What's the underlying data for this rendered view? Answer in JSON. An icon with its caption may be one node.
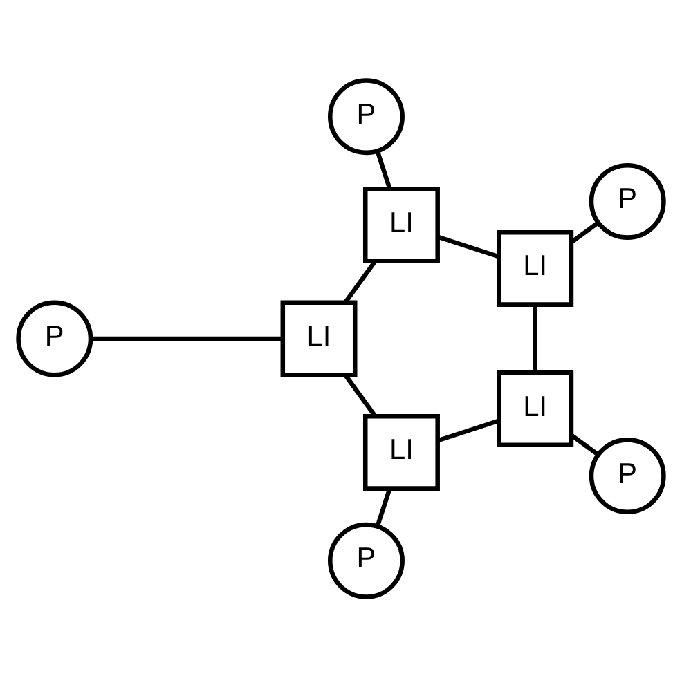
{
  "diagram": {
    "nodes": [
      {
        "text": [
          "P"
        ]
      },
      {
        "text": [
          "LI"
        ]
      },
      {
        "text": [
          "P"
        ]
      },
      {
        "text": [
          "LI"
        ]
      },
      {
        "text": [
          "LI"
        ]
      },
      {
        "text": [
          "P"
        ]
      },
      {
        "text": [
          "LI"
        ]
      },
      {
        "text": [
          "LI"
        ]
      },
      {
        "text": [
          "P"
        ]
      },
      {
        "text": [
          "P"
        ]
      }
    ],
    "edges": [
      {
        "from": 0,
        "to": 1,
        "arrow": "none"
      },
      {
        "from": 2,
        "to": 3,
        "arrow": "none"
      },
      {
        "from": 4,
        "to": 5,
        "arrow": "none"
      },
      {
        "from": 1,
        "to": 4,
        "arrow": "none"
      },
      {
        "from": 4,
        "to": 7,
        "arrow": "none"
      },
      {
        "from": 7,
        "to": 6,
        "arrow": "none"
      },
      {
        "from": 6,
        "to": 3,
        "arrow": "none"
      },
      {
        "from": 3,
        "to": 1,
        "arrow": "none"
      },
      {
        "from": 6,
        "to": 8,
        "arrow": "none"
      },
      {
        "from": 7,
        "to": 9,
        "arrow": "none"
      }
    ]
  }
}
